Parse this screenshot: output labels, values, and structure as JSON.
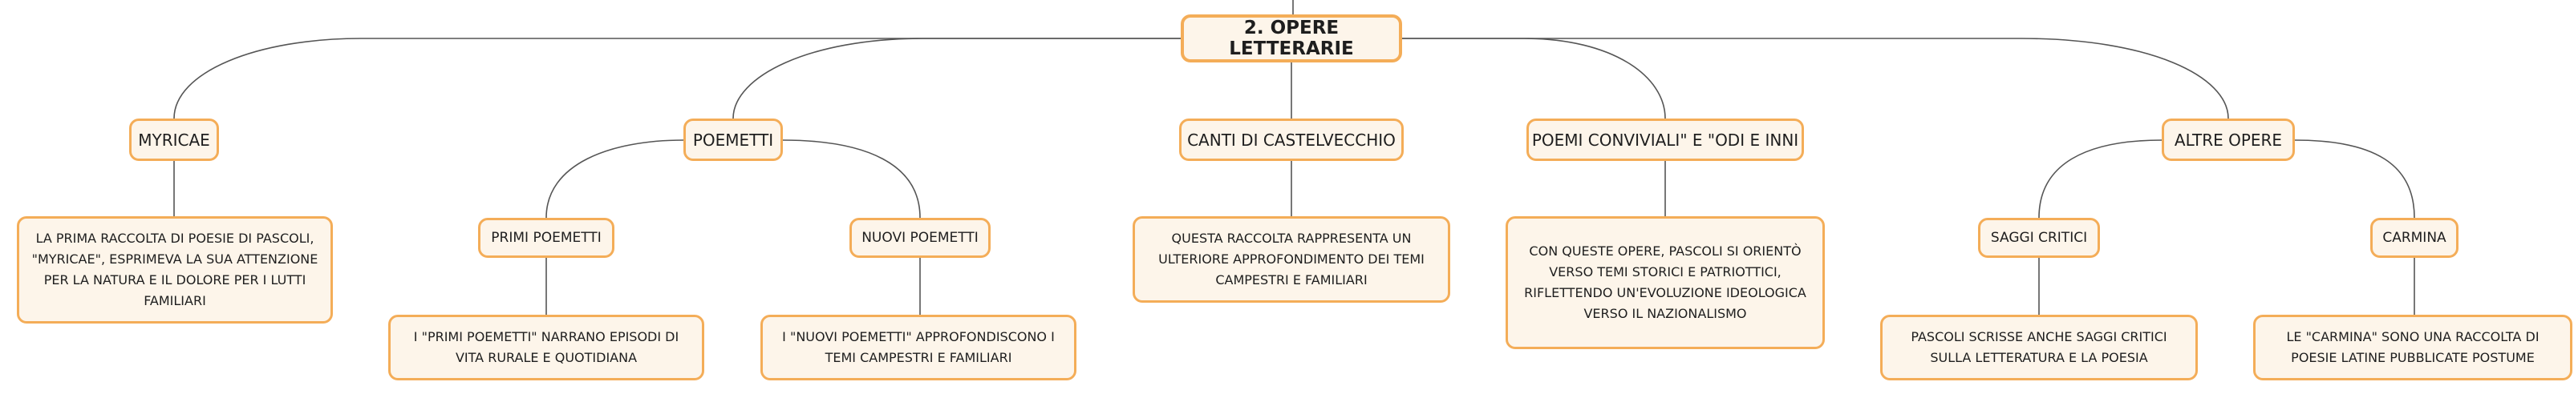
{
  "colors": {
    "node_fill": "#fdf5ea",
    "node_border": "#f4ad58",
    "connector": "#555555",
    "text": "#1e1e1e"
  },
  "root": {
    "label": "2. OPERE LETTERARIE"
  },
  "branches": {
    "myricae": {
      "label": "MYRICAE",
      "description": "LA PRIMA RACCOLTA DI POESIE DI PASCOLI, \"MYRICAE\", ESPRIMEVA LA SUA ATTENZIONE PER LA NATURA E IL DOLORE PER I LUTTI FAMILIARI"
    },
    "poemetti": {
      "label": "POEMETTI",
      "primi": {
        "label": "PRIMI POEMETTI",
        "description": "I \"PRIMI POEMETTI\" NARRANO EPISODI DI VITA RURALE E QUOTIDIANA"
      },
      "nuovi": {
        "label": "NUOVI POEMETTI",
        "description": "I \"NUOVI POEMETTI\" APPROFONDISCONO I TEMI CAMPESTRI E FAMILIARI"
      }
    },
    "canti": {
      "label": "CANTI DI CASTELVECCHIO",
      "description": "QUESTA RACCOLTA RAPPRESENTA UN ULTERIORE APPROFONDIMENTO DEI TEMI CAMPESTRI E FAMILIARI"
    },
    "poemi": {
      "label": "POEMI CONVIVIALI\" E \"ODI E INNI",
      "description": "CON QUESTE OPERE, PASCOLI SI ORIENTÒ VERSO TEMI STORICI E PATRIOTTICI, RIFLETTENDO UN'EVOLUZIONE IDEOLOGICA VERSO IL NAZIONALISMO"
    },
    "altre": {
      "label": "ALTRE OPERE",
      "saggi": {
        "label": "SAGGI CRITICI",
        "description": "PASCOLI SCRISSE ANCHE SAGGI CRITICI SULLA LETTERATURA E LA POESIA"
      },
      "carmina": {
        "label": "CARMINA",
        "description": "LE \"CARMINA\" SONO UNA RACCOLTA DI POESIE LATINE PUBBLICATE POSTUME"
      }
    }
  }
}
